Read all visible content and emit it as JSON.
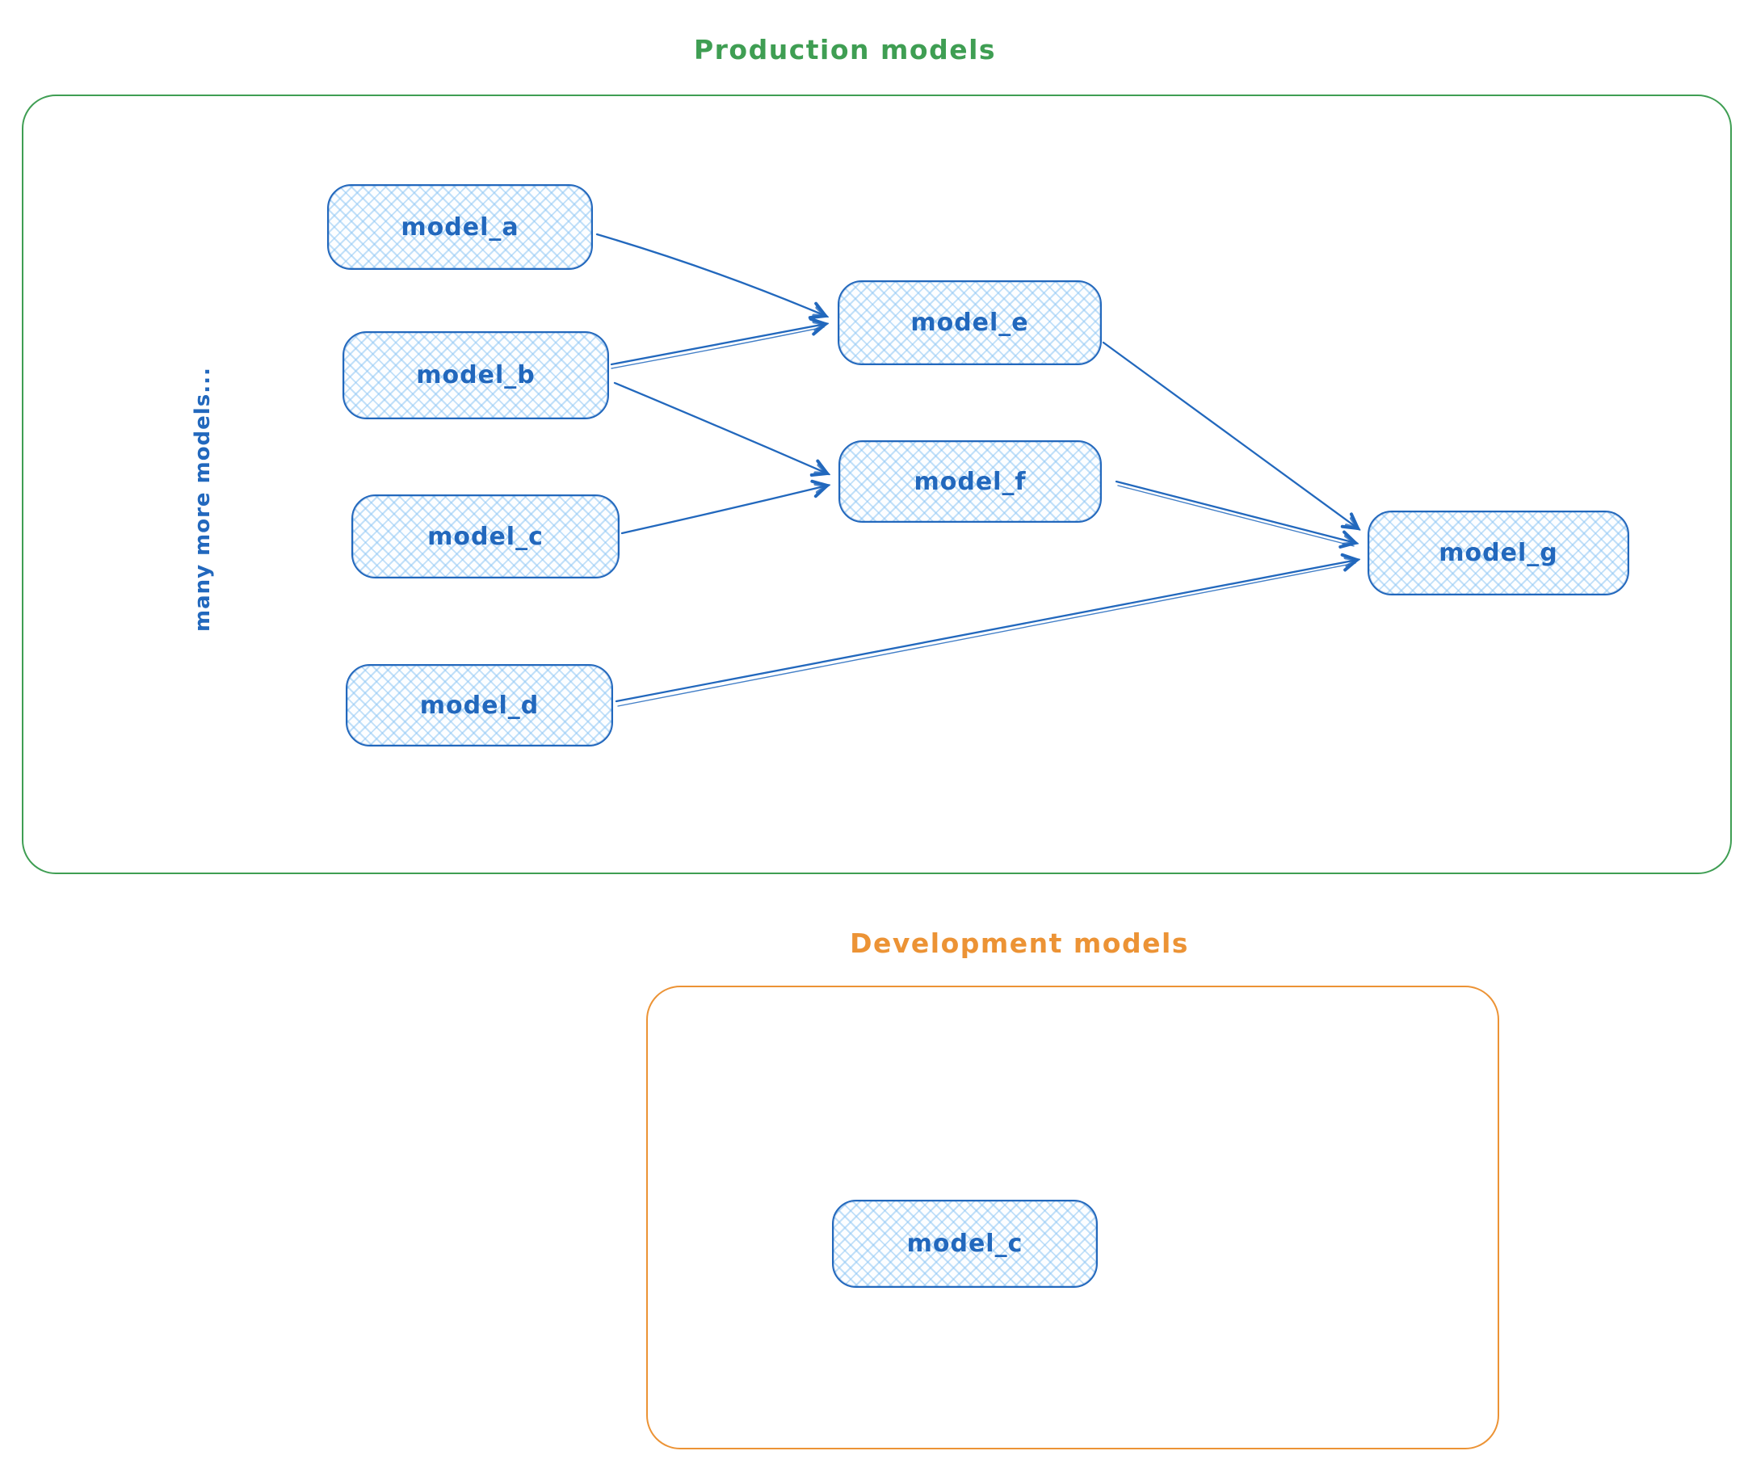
{
  "colors": {
    "production_accent": "#3f9e53",
    "development_accent": "#ec9335",
    "node_stroke": "#2268bd",
    "node_fill_hatch": "#a5d8ff"
  },
  "production": {
    "title": "Production models",
    "side_note": "many more models...",
    "nodes": [
      {
        "id": "model_a",
        "label": "model_a"
      },
      {
        "id": "model_b",
        "label": "model_b"
      },
      {
        "id": "model_c",
        "label": "model_c"
      },
      {
        "id": "model_d",
        "label": "model_d"
      },
      {
        "id": "model_e",
        "label": "model_e"
      },
      {
        "id": "model_f",
        "label": "model_f"
      },
      {
        "id": "model_g",
        "label": "model_g"
      }
    ],
    "edges": [
      {
        "from": "model_a",
        "to": "model_e"
      },
      {
        "from": "model_b",
        "to": "model_e"
      },
      {
        "from": "model_b",
        "to": "model_f"
      },
      {
        "from": "model_c",
        "to": "model_f"
      },
      {
        "from": "model_d",
        "to": "model_g"
      },
      {
        "from": "model_e",
        "to": "model_g"
      },
      {
        "from": "model_f",
        "to": "model_g"
      }
    ]
  },
  "development": {
    "title": "Development models",
    "nodes": [
      {
        "id": "model_c_dev",
        "label": "model_c"
      }
    ]
  }
}
